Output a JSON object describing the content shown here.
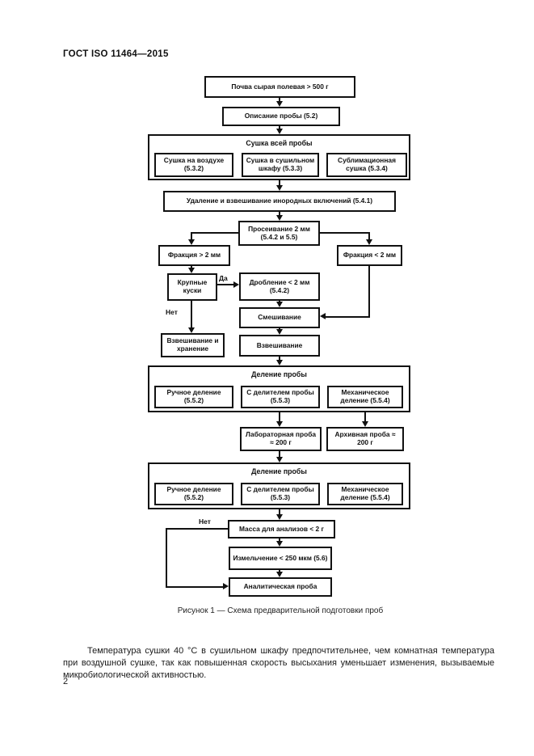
{
  "page": {
    "header": "ГОСТ  ISO 11464—2015",
    "figure_caption": "Рисунок 1 — Схема предварительной подготовки проб",
    "paragraph": "Температура сушки 40 °C в сушильном шкафу предпочтительнее, чем комнатная температура при воздушной сушке, так как повышенная скорость высыхания уменьшает изменения, вызываемые микробиологической активностью.",
    "page_number": "2"
  },
  "flowchart": {
    "boxes": {
      "soil": "Почва сырая полевая > 500 г",
      "describe": "Описание пробы (5.2)",
      "dry_group_title": "Сушка всей пробы",
      "dry_air": "Сушка на воздухе (5.3.2)",
      "dry_oven": "Сушка в сушильном шкафу (5.3.3)",
      "dry_sublimation": "Сублимационная сушка (5.3.4)",
      "remove_inclusions": "Удаление и взвешивание инородных включений (5.4.1)",
      "sieve": "Просеивание 2 мм (5.4.2 и 5.5)",
      "fraction_gt": "Фракция > 2 мм",
      "fraction_lt": "Фракция < 2 мм",
      "lumps": "Крупные куски",
      "crush": "Дробление < 2 мм (5.4.2)",
      "mix": "Смешивание",
      "weigh_store": "Взвешивание и хранение",
      "weigh": "Взвешивание",
      "division_group_title": "Деление пробы",
      "division_manual": "Ручное деление (5.5.2)",
      "division_splitter": "С делителем пробы (5.5.3)",
      "division_mechanical": "Механическое деление (5.5.4)",
      "lab_sample": "Лабораторная проба ≈ 200 г",
      "archive_sample": "Архивная проба ≈ 200 г",
      "analysis_mass": "Масса для анализов < 2 г",
      "grind": "Измельчение < 250 мкм (5.6)",
      "analytical_sample": "Аналитическая проба"
    },
    "labels": {
      "yes": "Да",
      "no": "Нет"
    },
    "colors": {
      "line": "#111111",
      "page_bg": "#ffffff"
    }
  }
}
